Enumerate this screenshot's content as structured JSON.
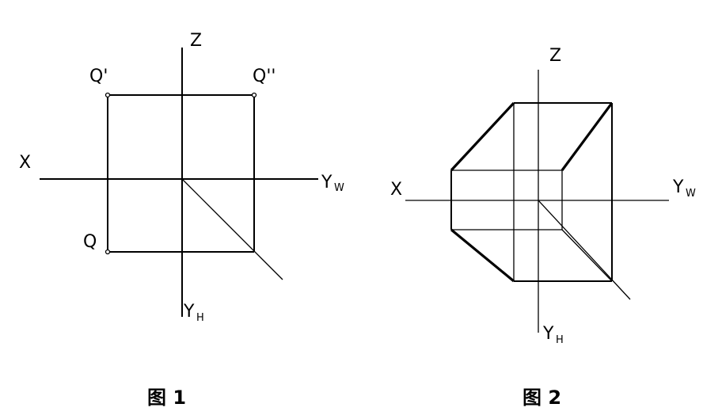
{
  "figure1": {
    "axis_x_label": "X",
    "axis_z_label": "Z",
    "axis_yw_label": "Y",
    "axis_yw_sub": "W",
    "axis_yh_label": "Y",
    "axis_yh_sub": "H",
    "point_q_front": "Q'",
    "point_q_side": "Q''",
    "point_q": "Q",
    "caption": "图 1"
  },
  "figure2": {
    "axis_x_label": "X",
    "axis_z_label": "Z",
    "axis_yw_label": "Y",
    "axis_yw_sub": "W",
    "axis_yh_label": "Y",
    "axis_yh_sub": "H",
    "caption": "图 2"
  }
}
